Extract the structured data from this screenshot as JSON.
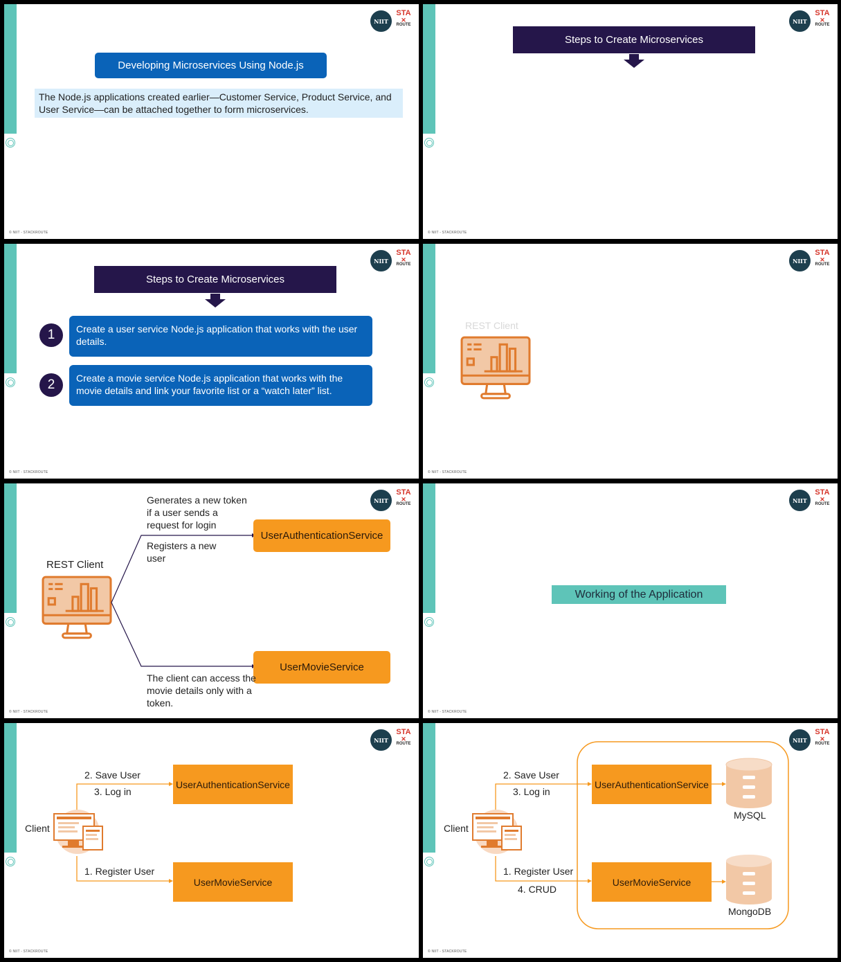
{
  "footer": "© NIIT - STACKROUTE",
  "logo": {
    "niit": "NIIT",
    "sta": "STA",
    "route": "ROUTE"
  },
  "slide1": {
    "title": "Developing Microservices Using Node.js",
    "text": "The Node.js applications created earlier—Customer Service, Product Service, and User Service—can be attached together to form microservices."
  },
  "slide2": {
    "title": "Steps to Create Microservices"
  },
  "slide3": {
    "title": "Steps to Create Microservices",
    "steps": [
      {
        "num": "1",
        "text": "Create a user service Node.js application that works with the user details."
      },
      {
        "num": "2",
        "text": "Create a movie service Node.js application that works with the movie details and link your favorite list or a “watch later” list."
      }
    ]
  },
  "slide4": {
    "client_label": "REST Client"
  },
  "slide5": {
    "client_label": "REST Client",
    "auth_service": "UserAuthenticationService",
    "movie_service": "UserMovieService",
    "note_token": "Generates a new token if a user sends a request for login",
    "note_register": "Registers a new user",
    "note_movie": "The client can access the movie details only with a token."
  },
  "slide6": {
    "title": "Working of the Application"
  },
  "slide7": {
    "client_label": "Client",
    "save_user": "2. Save User",
    "log_in": "3. Log in",
    "register_user": "1. Register User",
    "auth_service": "UserAuthenticationService",
    "movie_service": "UserMovieService"
  },
  "slide8": {
    "client_label": "Client",
    "save_user": "2. Save User",
    "log_in": "3. Log in",
    "register_user": "1. Register User",
    "crud": "4. CRUD",
    "auth_service": "UserAuthenticationService",
    "movie_service": "UserMovieService",
    "db1": "MySQL",
    "db2": "MongoDB"
  },
  "colors": {
    "teal": "#5ec4b8",
    "navy": "#25164a",
    "blue": "#0a63b8",
    "orange": "#f6991f",
    "icon_orange": "#e07b2e"
  }
}
